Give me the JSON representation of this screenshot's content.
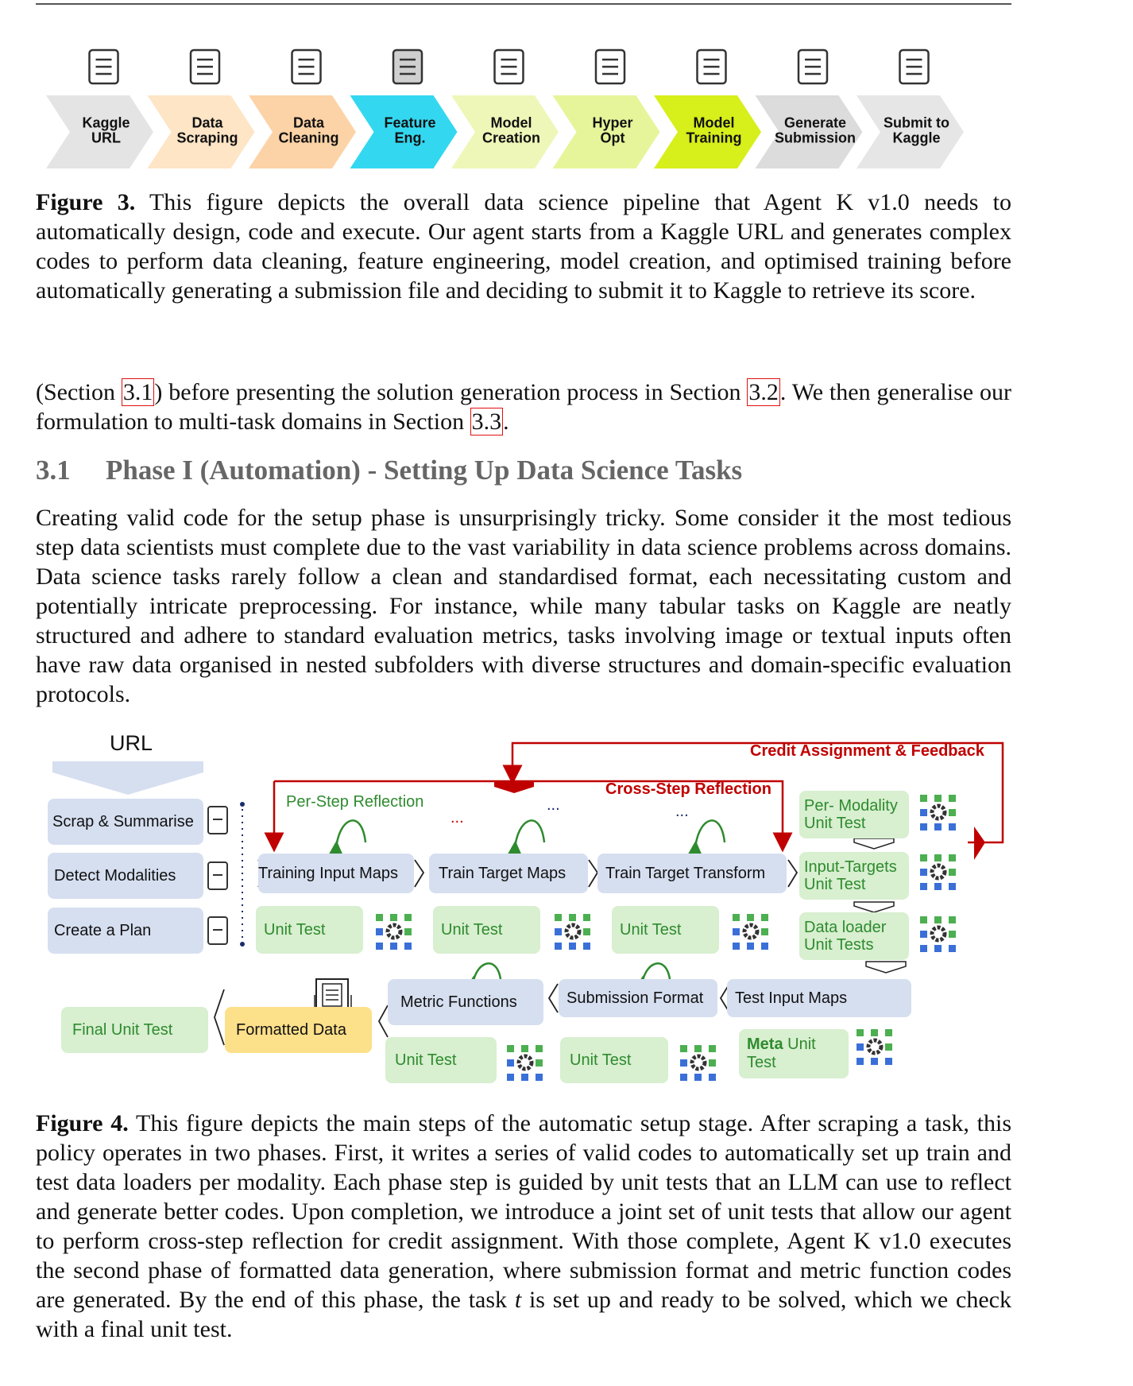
{
  "fig3": {
    "stages": [
      {
        "label": "Kaggle\nURL",
        "icon": "www-globe-icon",
        "color": "#e4e4e4"
      },
      {
        "label": "Data\nScraping",
        "icon": "document-download-icon",
        "color": "#fde5c6"
      },
      {
        "label": "Data\nCleaning",
        "icon": "server-broom-icon",
        "color": "#fcd3a6"
      },
      {
        "label": "Feature\nEng.",
        "icon": "funnel-icon",
        "color": "#33d8f0"
      },
      {
        "label": "Model\nCreation",
        "icon": "database-stack-icon",
        "color": "#eef7b8"
      },
      {
        "label": "Hyper\nOpt",
        "icon": "magnifier-network-icon",
        "color": "#e6f59a"
      },
      {
        "label": "Model\nTraining",
        "icon": "brain-circuit-icon",
        "color": "#d7ef1a"
      },
      {
        "label": "Generate\nSubmission",
        "icon": "document-lines-icon",
        "color": "#dcdcdc"
      },
      {
        "label": "Submit to\nKaggle",
        "icon": "upload-file-icon",
        "color": "#e6e6e6"
      }
    ],
    "caption_label": "Figure 3.",
    "caption_text": " This figure depicts the overall data science pipeline that Agent K v1.0 needs to automatically design, code and execute. Our agent starts from a Kaggle URL and generates complex codes to perform data cleaning, feature engineering, model creation, and optimised training before automatically generating a submission file and deciding to submit it to Kaggle to retrieve its score."
  },
  "intro": {
    "t1": "(Section ",
    "r1": "3.1",
    "t2": ") before presenting the solution generation process in Section ",
    "r2": "3.2",
    "t3": ". We then generalise our formulation to multi-task domains in Section ",
    "r3": "3.3",
    "t4": "."
  },
  "section": {
    "number": "3.1",
    "title": "Phase I (Automation) - Setting Up Data Science Tasks",
    "body": "Creating valid code for the setup phase is unsurprisingly tricky. Some consider it the most tedious step data scientists must complete due to the vast variability in data science problems across domains. Data science tasks rarely follow a clean and standardised format, each necessitating custom and potentially intricate preprocessing. For instance, while many tabular tasks on Kaggle are neatly structured and adhere to standard evaluation metrics, tasks involving image or textual inputs often have raw data organised in nested subfolders with diverse structures and domain-specific evaluation protocols."
  },
  "fig4": {
    "url": "URL",
    "credit": "Credit Assignment & Feedback",
    "cross_step": "Cross-Step Reflection",
    "per_step": "Per-Step Reflection",
    "dots": "...",
    "scrap": "Scrap & Summarise",
    "detect": "Detect Modalities",
    "plan": "Create a Plan",
    "train_input": "Training Input Maps",
    "train_target": "Train Target Maps",
    "train_transform": "Train Target Transform",
    "unit_test": "Unit Test",
    "per_modality": "Per- Modality\nUnit Test",
    "input_targets": "Input-Targets\nUnit Test",
    "data_loader": "Data loader\nUnit Tests",
    "metric": "Metric Functions",
    "submission_format": "Submission Format",
    "test_input": "Test Input Maps",
    "final": "Final Unit Test",
    "formatted": "Formatted Data",
    "meta_bold": "Meta",
    "meta_rest": " Unit\nTest",
    "colors": {
      "red": "#c00000",
      "green": "#2e8b2e",
      "blue_box": "#d6dff0",
      "green_box": "#d8efd0",
      "yellow_box": "#fde08a",
      "icon_blue": "#3a6fd8",
      "icon_green": "#4caf50"
    }
  },
  "fig4_caption": {
    "label": "Figure 4.",
    "text_a": " This figure depicts the main steps of the automatic setup stage. After scraping a task, this policy operates in two phases. First, it writes a series of valid codes to automatically set up train and test data loaders per modality. Each phase step is guided by unit tests that an LLM can use to reflect and generate better codes. Upon completion, we introduce a joint set of unit tests that allow our agent to perform cross-step reflection for credit assignment. With those complete, Agent K v1.0 executes the second phase of formatted data generation, where submission format and metric function codes are generated. By the end of this phase, the task ",
    "var": "t",
    "text_b": " is set up and ready to be solved, which we check with a final unit test."
  }
}
